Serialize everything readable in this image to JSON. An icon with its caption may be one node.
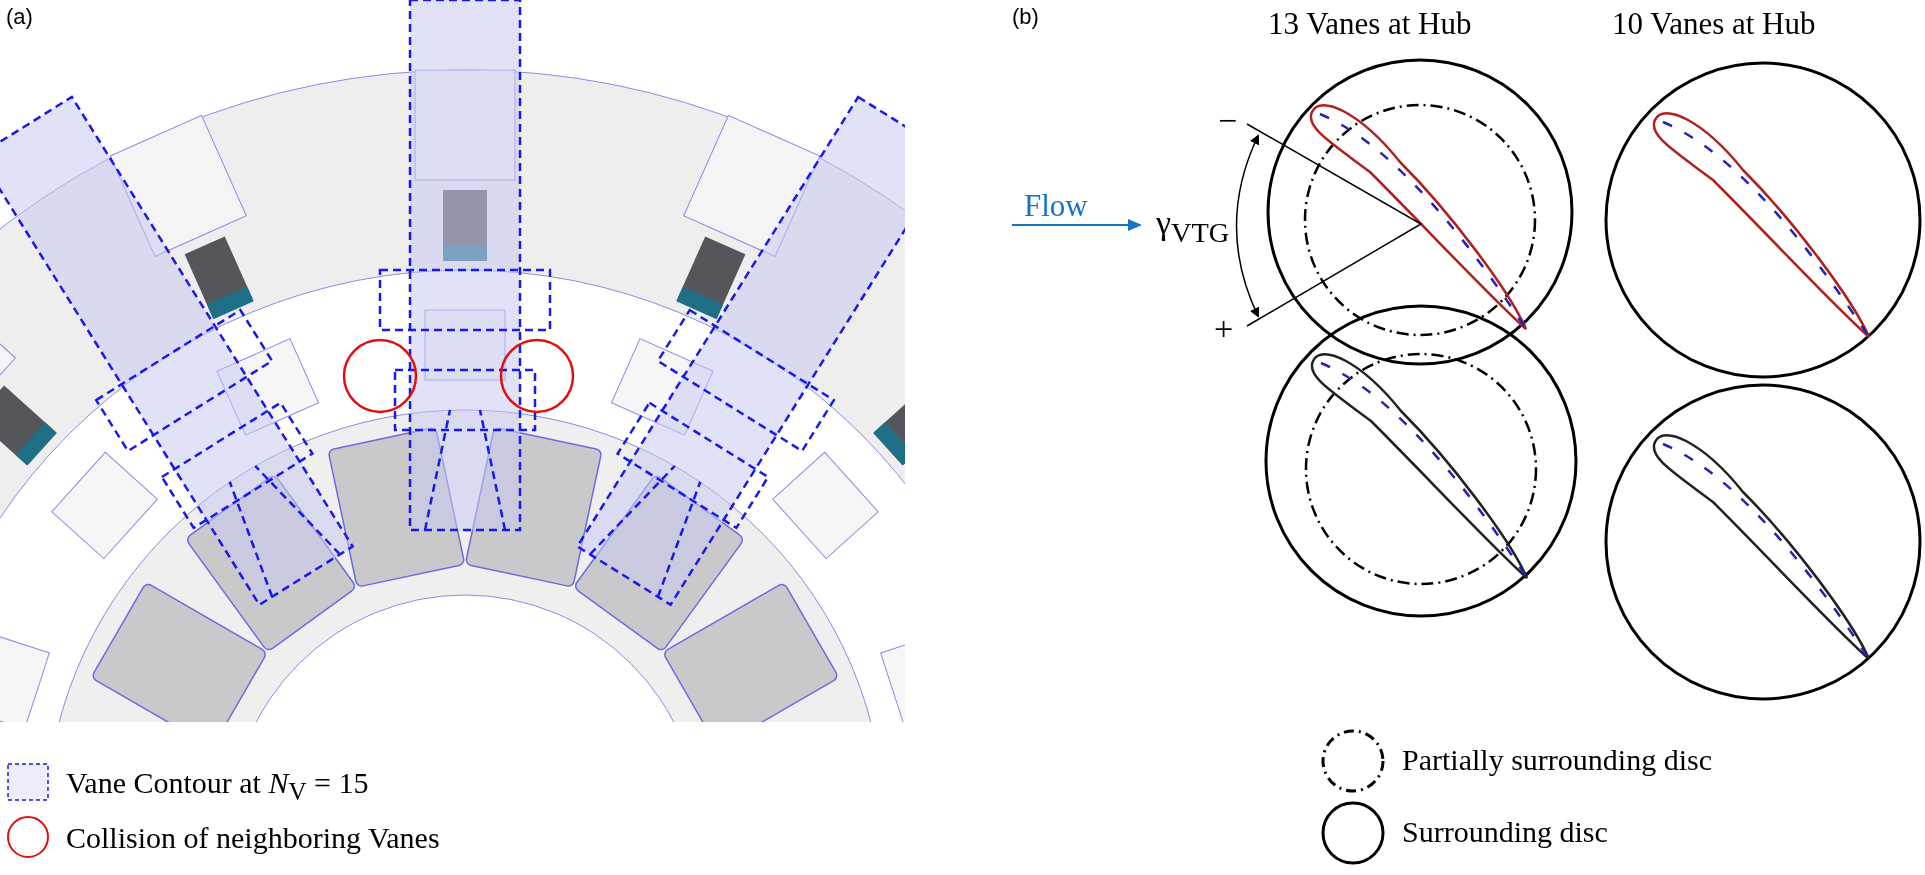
{
  "diagram": {
    "labels": [
      "(a)",
      "(b)",
      "13 Vanes at Hub",
      "10 Vanes at Hub",
      "Flow",
      "γ$_{VTG}$",
      "−",
      "+"
    ],
    "legend": [
      {
        "text": "Vane Contour at *N*$_{V}$ = 15"
      },
      {
        "text": "Collision of neighboring Vanes"
      },
      {
        "text": "Partially surrounding disc"
      },
      {
        "text": "Surrounding disc"
      }
    ]
  }
}
